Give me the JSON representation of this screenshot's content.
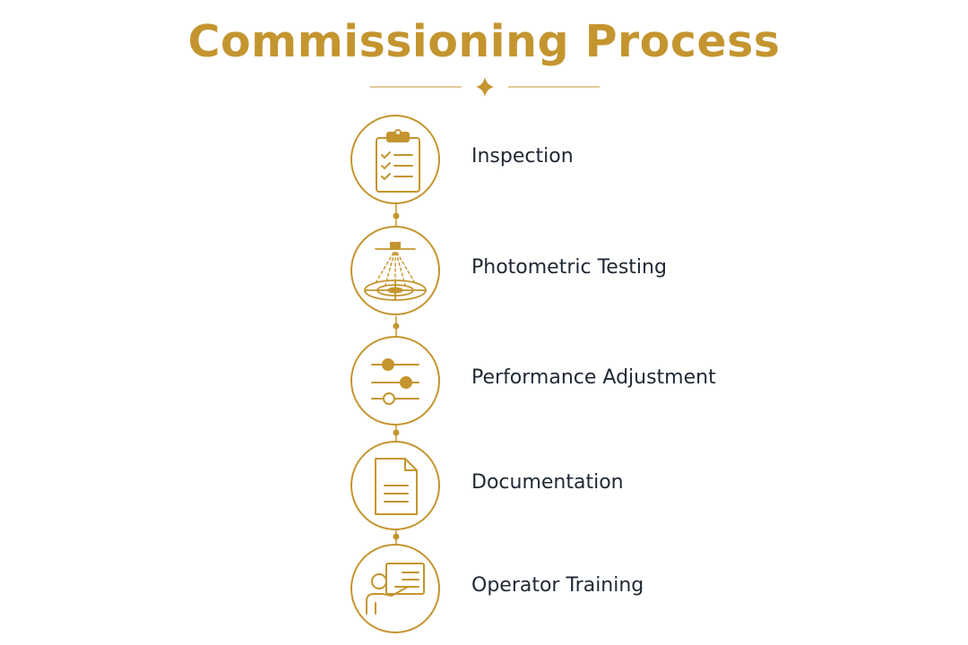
{
  "title": "Commissioning Process",
  "accent_color": "#c4952f",
  "text_color": "#1f2833",
  "steps": [
    {
      "label": "Inspection",
      "icon": "clipboard-checklist-icon"
    },
    {
      "label": "Photometric Testing",
      "icon": "light-photometry-icon"
    },
    {
      "label": "Performance Adjustment",
      "icon": "slider-controls-icon"
    },
    {
      "label": "Documentation",
      "icon": "document-icon"
    },
    {
      "label": "Operator Training",
      "icon": "presenter-board-icon"
    }
  ]
}
